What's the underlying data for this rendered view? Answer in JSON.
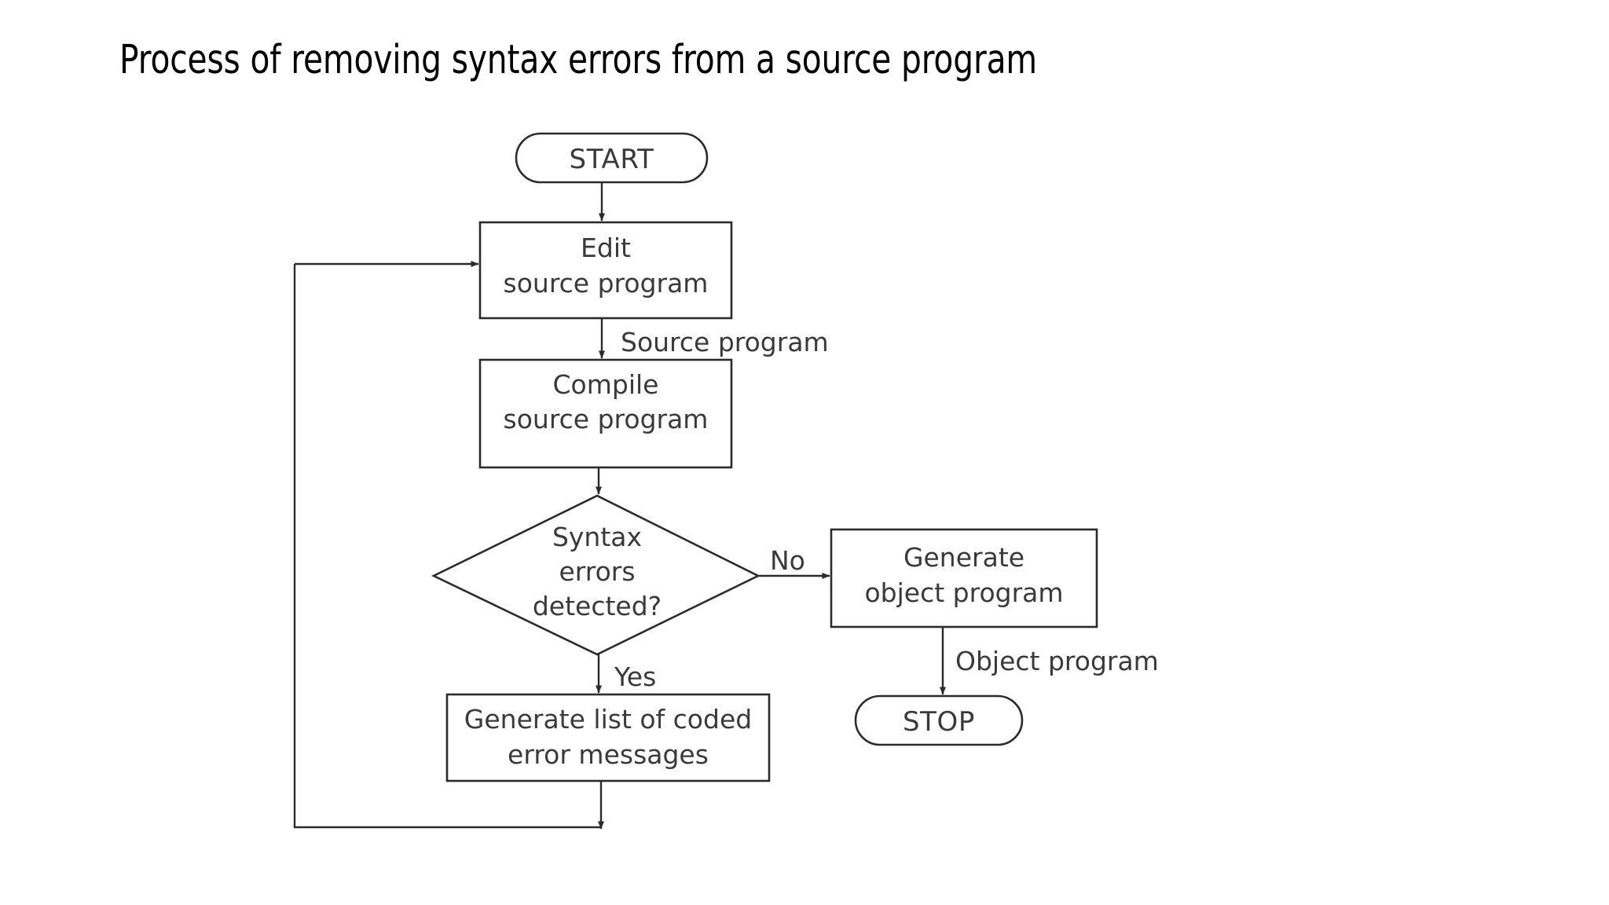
{
  "page": {
    "title": "Process of removing syntax errors from a source program",
    "background_color": "#ffffff",
    "ink_color": "#3a3a3a"
  },
  "chart_data": {
    "type": "diagram",
    "diagram_kind": "flowchart",
    "title": "Process of removing syntax errors from a source program",
    "orientation": "top-to-bottom",
    "nodes": [
      {
        "id": "start",
        "shape": "terminator",
        "text": "START"
      },
      {
        "id": "edit",
        "shape": "process",
        "line1": "Edit",
        "line2": "source program"
      },
      {
        "id": "compile",
        "shape": "process",
        "line1": "Compile",
        "line2": "source program"
      },
      {
        "id": "decide",
        "shape": "decision",
        "line1": "Syntax",
        "line2": "errors",
        "line3": "detected?"
      },
      {
        "id": "genobj",
        "shape": "process",
        "line1": "Generate",
        "line2": "object program"
      },
      {
        "id": "generr",
        "shape": "process",
        "line1": "Generate list of coded",
        "line2": "error messages"
      },
      {
        "id": "stop",
        "shape": "terminator",
        "text": "STOP"
      }
    ],
    "edges": [
      {
        "from": "start",
        "to": "edit",
        "label": ""
      },
      {
        "from": "edit",
        "to": "compile",
        "label": "Source program"
      },
      {
        "from": "compile",
        "to": "decide",
        "label": ""
      },
      {
        "from": "decide",
        "to": "genobj",
        "label": "No"
      },
      {
        "from": "decide",
        "to": "generr",
        "label": "Yes"
      },
      {
        "from": "genobj",
        "to": "stop",
        "label": "Object program"
      },
      {
        "from": "generr",
        "to": "edit",
        "label": ""
      }
    ]
  },
  "flowchart": {
    "start": {
      "text": "START"
    },
    "edit": {
      "line1": "Edit",
      "line2": "source program"
    },
    "compile": {
      "line1": "Compile",
      "line2": "source program"
    },
    "decision": {
      "line1": "Syntax",
      "line2": "errors",
      "line3": "detected?"
    },
    "generate_object": {
      "line1": "Generate",
      "line2": "object program"
    },
    "generate_errors": {
      "line1": "Generate list of coded",
      "line2": "error messages"
    },
    "stop": {
      "text": "STOP"
    },
    "labels": {
      "source_program": "Source program",
      "object_program": "Object program",
      "yes": "Yes",
      "no": "No"
    }
  }
}
